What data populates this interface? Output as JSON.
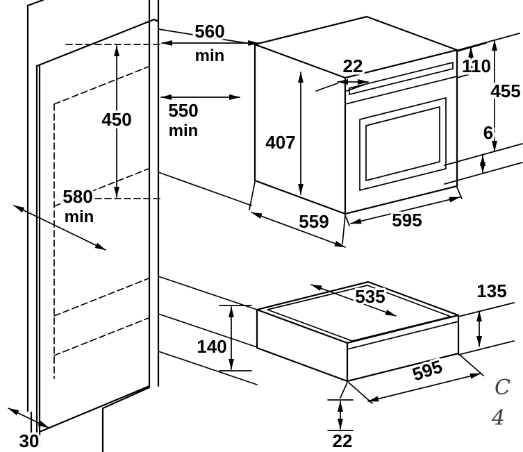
{
  "diagram": {
    "cabinet": {
      "top_depth": {
        "value": "560",
        "qualifier": "min"
      },
      "mid_depth": {
        "value": "550",
        "qualifier": "min"
      },
      "oven_niche_height": {
        "value": "450"
      },
      "bottom_depth": {
        "value": "580",
        "qualifier": "min"
      },
      "plinth_recess": {
        "value": "30"
      }
    },
    "oven": {
      "top_gap": {
        "value": "22"
      },
      "upper_section_height": {
        "value": "110"
      },
      "overall_height": {
        "value": "455"
      },
      "bottom_clearance": {
        "value": "6"
      },
      "side_height": {
        "value": "407"
      },
      "depth": {
        "value": "559"
      },
      "width": {
        "value": "595"
      }
    },
    "drawer": {
      "inner_width": {
        "value": "535"
      },
      "front_height": {
        "value": "135"
      },
      "niche_height": {
        "value": "140"
      },
      "width": {
        "value": "595"
      },
      "bottom_gap": {
        "value": "22"
      }
    },
    "corner_text": {
      "line1": "C",
      "line2": "4"
    }
  }
}
